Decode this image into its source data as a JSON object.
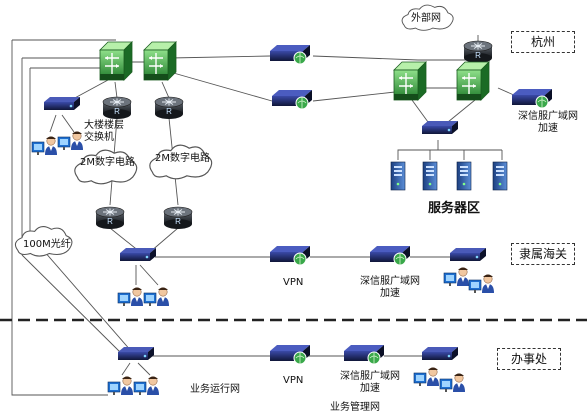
{
  "regions": {
    "hangzhou": "杭州",
    "customs": "隶属海关",
    "office": "办事处"
  },
  "clouds": {
    "external": "外部网",
    "circuit_a": "2M数字电路",
    "circuit_b": "2M数字电路",
    "fiber": "100M光纤"
  },
  "labels": {
    "building_switch": "大楼楼层\n交换机",
    "wan_accel_top": "深信服广域网\n加速",
    "server_zone": "服务器区",
    "vpn_mid": "VPN",
    "wan_accel_mid": "深信服广域网\n加速",
    "vpn_bottom": "VPN",
    "wan_accel_bottom": "深信服广域网\n加速",
    "biz_ops_net": "业务运行网",
    "biz_mgmt_net": "业务管理网"
  },
  "colors": {
    "link": "#555555",
    "core_switch": "#2f9e3a",
    "router": "#2b2f36",
    "accel_device": "#1f2a6b",
    "server": "#2a5caa",
    "cloud_fill": "#ffffff"
  },
  "icons": [
    "core-switch-icon",
    "router-icon",
    "access-switch-icon",
    "wan-accel-icon",
    "server-icon",
    "user-icon",
    "cloud-icon"
  ]
}
